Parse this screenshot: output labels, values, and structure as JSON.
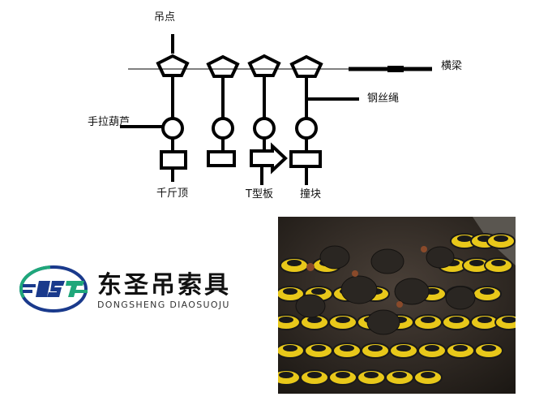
{
  "diagram": {
    "labels": {
      "hoist_point": "吊点",
      "crossbeam": "横梁",
      "wire_rope": "钢丝绳",
      "chain_hoist": "手拉葫芦",
      "jack": "千斤顶",
      "t_plate": "T型板",
      "bumper_block": "撞块"
    }
  },
  "logo": {
    "name_cn": "东圣吊索具",
    "name_en": "DONGSHENG DIAOSUOJU",
    "colors": {
      "primary": "#1a3a8c",
      "accent": "#1fa77a",
      "text": "#111111"
    }
  },
  "photo": {
    "subject": "stacked-chain-hoists",
    "colors": {
      "yellow": "#e8c81a",
      "black": "#1a1a1a"
    }
  }
}
